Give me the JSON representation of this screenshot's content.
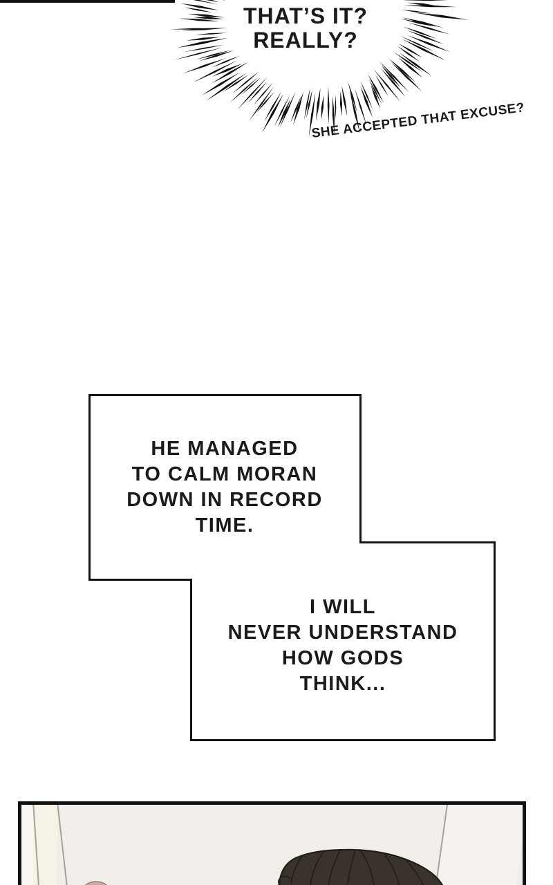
{
  "shout": {
    "line1": "THAT’S IT?",
    "line2": "REALLY?"
  },
  "aside": {
    "text": "SHE ACCEPTED THAT EXCUSE?"
  },
  "narration_boxes": [
    {
      "lines": [
        "HE MANAGED",
        "TO CALM MORAN",
        "DOWN IN RECORD",
        "TIME."
      ]
    },
    {
      "lines": [
        "I WILL",
        "NEVER UNDERSTAND",
        "HOW GODS",
        "THINK..."
      ]
    }
  ],
  "colors": {
    "ink": "#111111",
    "hair_fill": "#3a332c",
    "hair_stroke": "#221c17",
    "wall": "#f1ede9",
    "wall_light": "#f9f7f2",
    "wall_cream": "#f6f2e8",
    "wall_right": "#f5f2ef",
    "wall_line": "#a6a09a",
    "pink_object": "#c9aba5"
  }
}
